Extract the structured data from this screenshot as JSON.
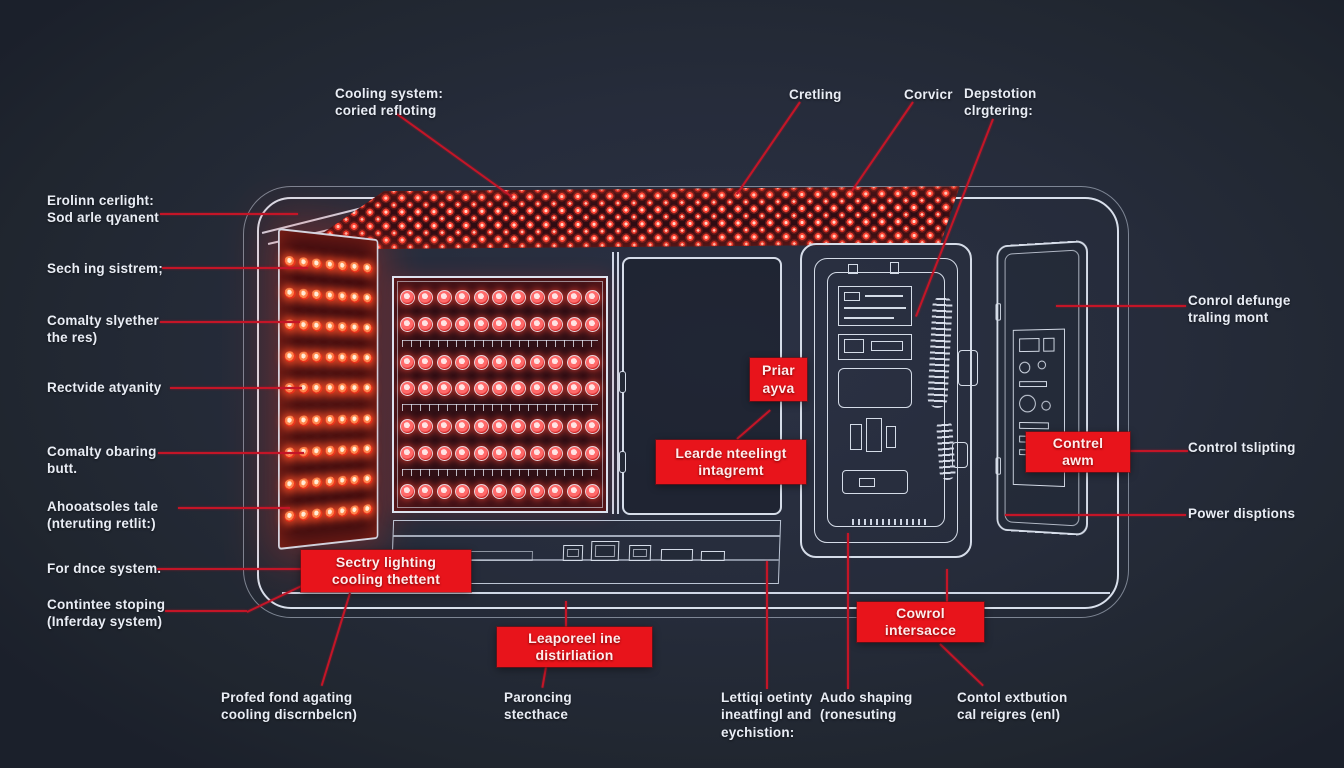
{
  "colors": {
    "background": "#262c3b",
    "line_art": "#d9e0ec",
    "leader_red": "#c41527",
    "box_red": "#e8141b",
    "led_red": "#ff4636",
    "led_orange": "#ff8a50",
    "label_text": "#e9edf5"
  },
  "labels": {
    "cooling": "Cooling system:\ncoried refloting",
    "cretling": "Cretling",
    "corvicr": "Corvicr",
    "depstotion": "Depstotion\nclrgtering:",
    "erolinn": "Erolinn cerlight:\nSod arle qyanent",
    "seching": "Sech ing sistrem;",
    "comalty_sly": "Comalty slyether\nthe res)",
    "rectvide": "Rectvide atyanity",
    "comalty_ob": "Comalty obaring\nbutt.",
    "ahooatsoles": "Ahooatsoles tale\n(nteruting retlit:)",
    "fordnce": "For dnce system.",
    "contintee": "Contintee stoping\n(Inferday system)",
    "conrol_defunge": "Conrol defunge\ntraling mont",
    "control_tslipting": "Control tslipting",
    "power_disptions": "Power disptions",
    "profed": "Profed fond agating\ncooling discrnbelcn)",
    "paroncing": "Paroncing\nstecthace",
    "lettiqi": "Lettiqi oetinty\nineatfingl and\neychistion:",
    "audo": "Audo shaping\n(ronesuting",
    "contol": "Contol extbution\ncal reigres (enl)"
  },
  "boxes": {
    "priar": "Priar\nayva",
    "learde": "Learde nteelingt\nintagremt",
    "contrel": "Contrel\nawm",
    "sectry": "Sectry lighting\ncooling thettent",
    "leaporeel": "Leaporeel ine\ndistirliation",
    "cowrol": "Cowrol\nintersacce"
  },
  "panels": {
    "center_led_grid": {
      "rows": 7,
      "cols": 11,
      "divider_after_rows": [
        2,
        4,
        6
      ]
    },
    "left_led_panel": {
      "rows": 9,
      "cols": 7
    },
    "ceiling_band": {
      "style": "red-led-lattice"
    }
  }
}
